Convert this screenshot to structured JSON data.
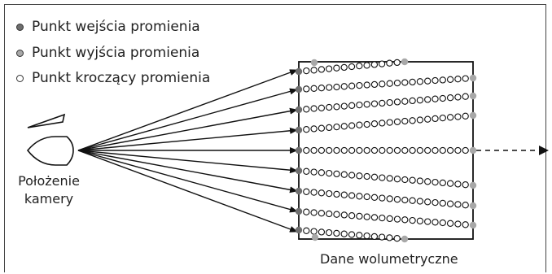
{
  "legend": [
    {
      "label": "Punkt wejścia promienia",
      "color": "#6e6e6e"
    },
    {
      "label": "Punkt wyjścia promienia",
      "color": "#a8a8a8"
    },
    {
      "label": "Punkt kroczący promienia",
      "color": "#ffffff"
    }
  ],
  "camera_label_line1": "Położenie",
  "camera_label_line2": "kamery",
  "volume_label": "Dane wolumetryczne",
  "colors": {
    "line": "#111111",
    "entry_point": "#6e6e6e",
    "exit_point": "#a8a8a8",
    "march_point_fill": "#ffffff"
  }
}
